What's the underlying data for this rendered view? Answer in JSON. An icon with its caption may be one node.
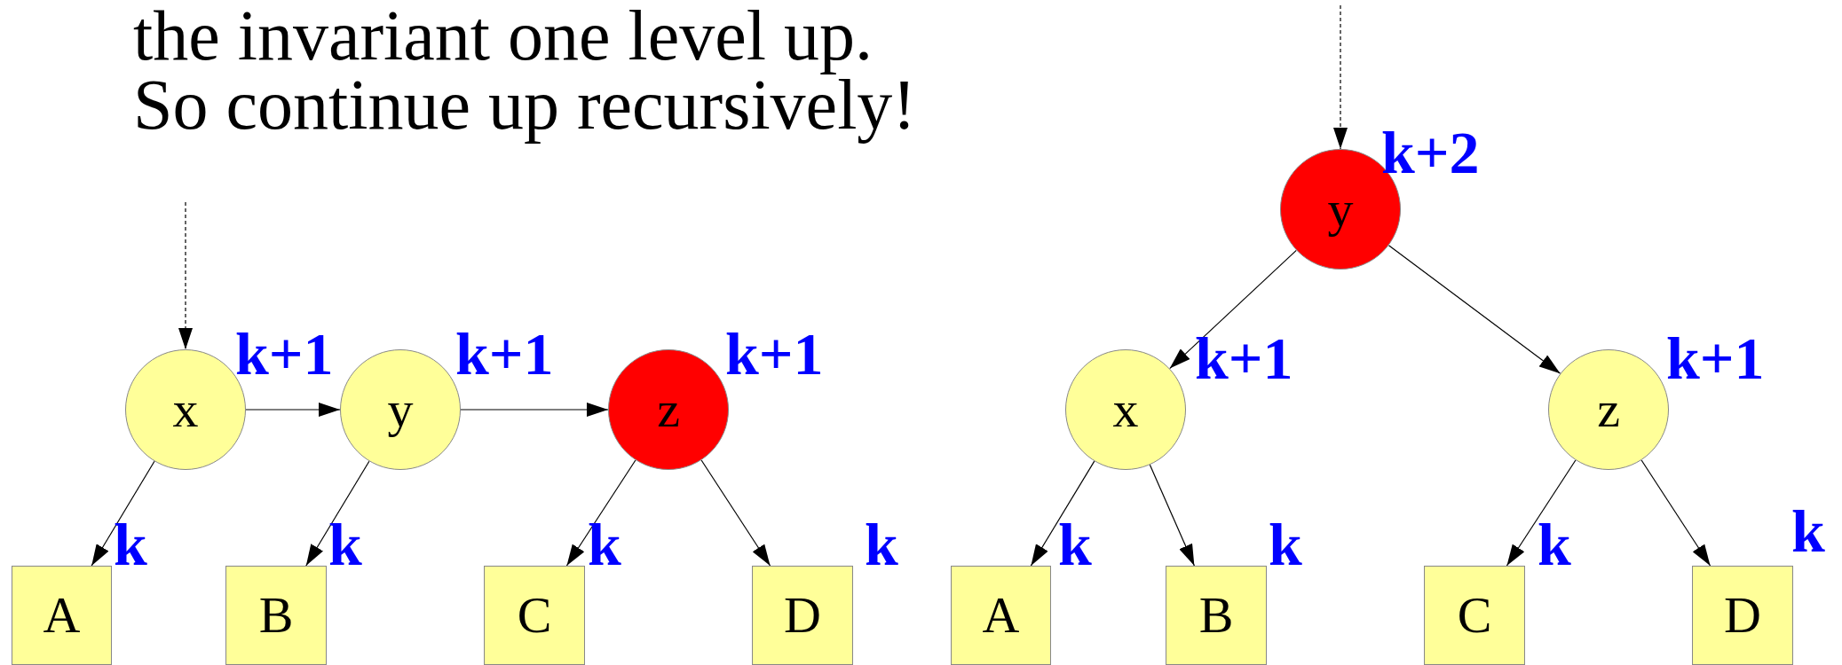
{
  "diagram": {
    "nodes": [
      {
        "text": [
          "x"
        ],
        "beside": [
          "k+1"
        ]
      },
      {
        "text": [
          "y"
        ],
        "beside": [
          "k+1"
        ]
      },
      {
        "text": [
          "z"
        ],
        "beside": [
          "k+1"
        ]
      },
      {
        "text": [
          "A"
        ],
        "beside": [
          "k"
        ]
      },
      {
        "text": [
          "B"
        ],
        "beside": [
          "k"
        ]
      },
      {
        "text": [
          "C"
        ],
        "beside": [
          "k"
        ]
      },
      {
        "text": [
          "D"
        ],
        "beside": [
          "k"
        ]
      },
      {
        "text": [
          "y"
        ],
        "beside": [
          "k+2"
        ]
      },
      {
        "text": [
          "x"
        ],
        "beside": [
          "k+1"
        ]
      },
      {
        "text": [
          "z"
        ],
        "beside": [
          "k+1"
        ]
      },
      {
        "text": [
          "A"
        ],
        "beside": [
          "k"
        ]
      },
      {
        "text": [
          "B"
        ],
        "beside": [
          "k"
        ]
      },
      {
        "text": [
          "C"
        ],
        "beside": [
          "k"
        ]
      },
      {
        "text": [
          "D"
        ],
        "beside": [
          "k"
        ]
      }
    ],
    "edges": [
      {
        "from": null,
        "to": 0,
        "arrow": "to",
        "style": "dashed"
      },
      {
        "from": 0,
        "to": 1,
        "arrow": "to"
      },
      {
        "from": 1,
        "to": 2,
        "arrow": "to"
      },
      {
        "from": 0,
        "to": 3,
        "arrow": "to"
      },
      {
        "from": 1,
        "to": 4,
        "arrow": "to"
      },
      {
        "from": 2,
        "to": 5,
        "arrow": "to"
      },
      {
        "from": 2,
        "to": 6,
        "arrow": "to"
      },
      {
        "from": null,
        "to": 7,
        "arrow": "to",
        "style": "dashed"
      },
      {
        "from": 7,
        "to": 8,
        "arrow": "to"
      },
      {
        "from": 7,
        "to": 9,
        "arrow": "to"
      },
      {
        "from": 8,
        "to": 10,
        "arrow": "to"
      },
      {
        "from": 8,
        "to": 11,
        "arrow": "to"
      },
      {
        "from": 9,
        "to": 12,
        "arrow": "to"
      },
      {
        "from": 9,
        "to": 13,
        "arrow": "to"
      }
    ],
    "labels": [
      "the invariant one level up.",
      "So continue up recursively!"
    ]
  }
}
